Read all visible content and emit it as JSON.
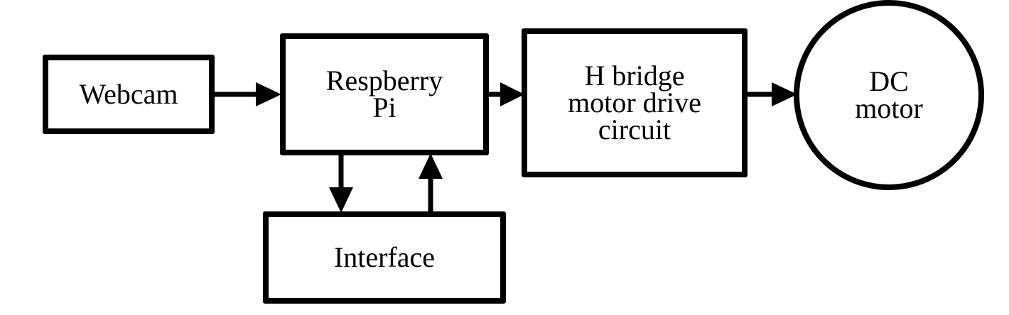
{
  "blocks": {
    "webcam": {
      "lines": [
        "Webcam"
      ]
    },
    "raspberry_pi": {
      "lines": [
        "Respberry",
        "Pi"
      ]
    },
    "h_bridge": {
      "lines": [
        "H bridge",
        "motor drive",
        "circuit"
      ]
    },
    "dc_motor": {
      "lines": [
        "DC",
        "motor"
      ]
    },
    "interface": {
      "lines": [
        "Interface"
      ]
    }
  },
  "connections": [
    {
      "from": "Webcam",
      "to": "Respberry Pi"
    },
    {
      "from": "Respberry Pi",
      "to": "H bridge motor drive circuit"
    },
    {
      "from": "H bridge motor drive circuit",
      "to": "DC motor"
    },
    {
      "from": "Respberry Pi",
      "to": "Interface"
    },
    {
      "from": "Interface",
      "to": "Respberry Pi"
    }
  ],
  "colors": {
    "stroke": "#000000",
    "background": "#ffffff"
  }
}
